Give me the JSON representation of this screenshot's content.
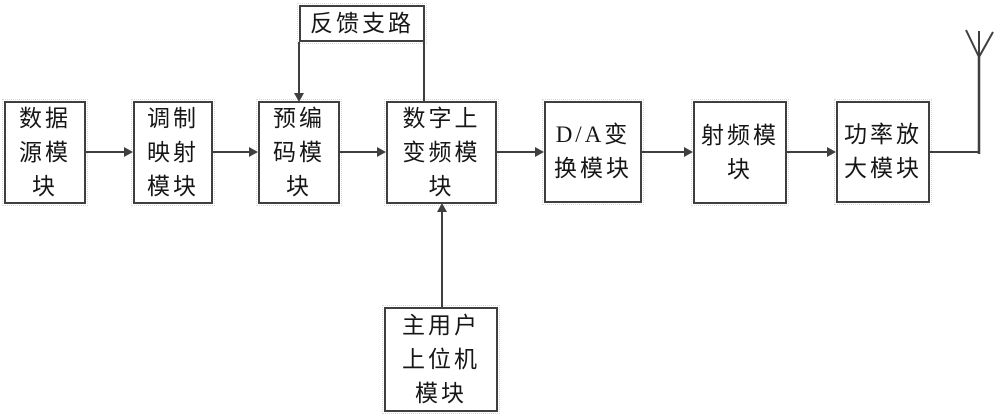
{
  "diagram": {
    "feedback_box": {
      "label": "反馈支路"
    },
    "modules": [
      {
        "id": "data-source",
        "label": "数据\n源模\n块"
      },
      {
        "id": "modulation-mapping",
        "label": "调制\n映射\n模块"
      },
      {
        "id": "precoding",
        "label": "预编\n码模\n块"
      },
      {
        "id": "digital-upconversion",
        "label": "数字上\n变频模\n块"
      },
      {
        "id": "da-conversion",
        "label": "D/A变\n换模块"
      },
      {
        "id": "rf",
        "label": "射频模\n块"
      },
      {
        "id": "power-amplifier",
        "label": "功率放\n大模块"
      }
    ],
    "host_box": {
      "label": "主用户\n上位机\n模块"
    },
    "icons": {
      "antenna": "antenna-icon"
    },
    "colors": {
      "line": "#3f3f3f",
      "text": "#161616",
      "background": "#ffffff"
    }
  }
}
